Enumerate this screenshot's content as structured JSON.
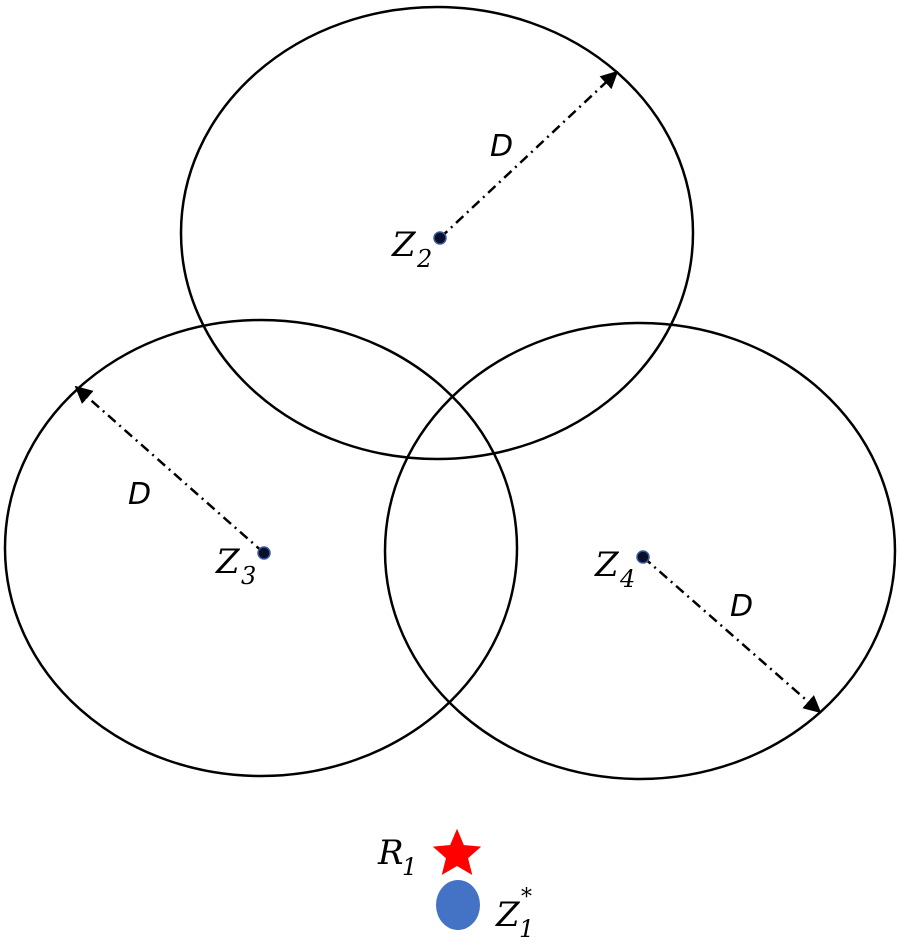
{
  "colors": {
    "stroke": "#000000",
    "background": "#ffffff",
    "center_dot": "#0a0f2e",
    "center_dot_ring": "#3a5a99",
    "star": "#ff0000",
    "ellipse_marker": "#4472c4"
  },
  "circles": [
    {
      "id": "z2",
      "center_label": {
        "main": "Z",
        "sub": "2"
      },
      "radius_label": "D"
    },
    {
      "id": "z3",
      "center_label": {
        "main": "Z",
        "sub": "3"
      },
      "radius_label": "D"
    },
    {
      "id": "z4",
      "center_label": {
        "main": "Z",
        "sub": "4"
      },
      "radius_label": "D"
    }
  ],
  "markers": {
    "r1": {
      "main": "R",
      "sub": "1",
      "icon": "star-icon"
    },
    "z1": {
      "main": "Z",
      "sub": "1",
      "sup": "*",
      "icon": "ellipse-icon"
    }
  }
}
